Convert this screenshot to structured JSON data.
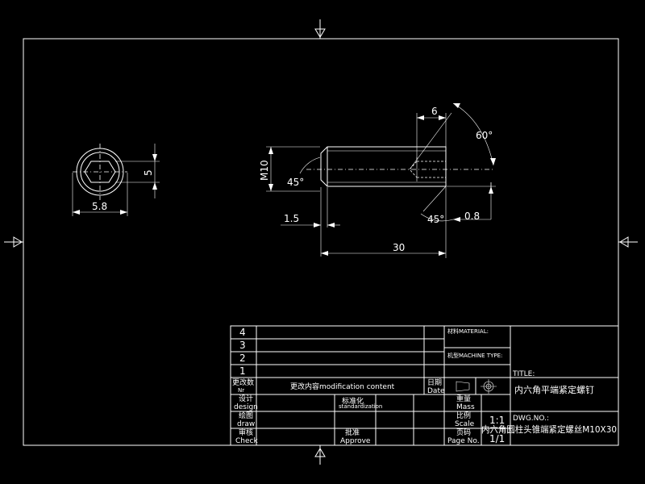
{
  "dimensions": {
    "hex_width": "5.8",
    "hex_across": "5",
    "thread": "M10",
    "chamfer_angle_left": "45°",
    "chamfer_length": "1.5",
    "socket_depth": "6",
    "cone_angle": "60°",
    "tip_angle": "45°",
    "tip_offset": "0.8",
    "total_length": "30"
  },
  "title_block": {
    "revision_numbers": [
      "4",
      "3",
      "2",
      "1"
    ],
    "rev_no_label_cn": "更改数",
    "rev_no_label_en": "Nr",
    "rev_content_label": "更改内容modification content",
    "date_label_cn": "日期",
    "date_label_en": "Date",
    "design_cn": "设计",
    "design_en": "design",
    "draw_cn": "绘图",
    "draw_en": "draw",
    "check_cn": "审核",
    "check_en": "Check",
    "standard_cn": "标准化",
    "standard_en": "standardization",
    "approve_cn": "批准",
    "approve_en": "Approve",
    "mass_cn": "重量",
    "mass_en": "Mass",
    "scale_cn": "比例",
    "scale_en": "Scale",
    "page_cn": "页码",
    "page_en": "Page No.",
    "scale_value": "1:1",
    "page_value": "1/1",
    "material_label": "材料MATERIAL:",
    "machine_type_label": "机型MACHINE TYPE:",
    "title_label": "TITLE:",
    "title_value": "内六角平端紧定螺钉",
    "dwg_label": "DWG.NO.:",
    "dwg_value": "内六角圆柱头锥端紧定螺丝M10X30"
  }
}
